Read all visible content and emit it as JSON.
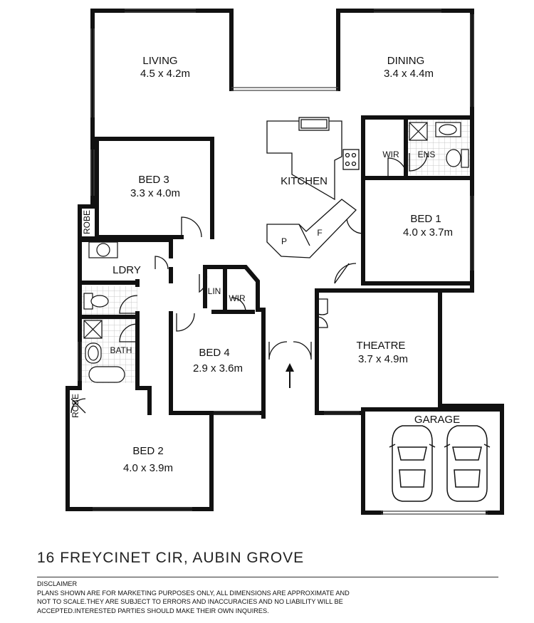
{
  "rooms": {
    "living": {
      "name": "LIVING",
      "size": "4.5 x 4.2m"
    },
    "dining": {
      "name": "DINING",
      "size": "3.4 x 4.4m"
    },
    "kitchen": {
      "name": "KITCHEN"
    },
    "bed3": {
      "name": "BED 3",
      "size": "3.3 x 4.0m"
    },
    "bed1": {
      "name": "BED 1",
      "size": "4.0 x 3.7m"
    },
    "theatre": {
      "name": "THEATRE",
      "size": "3.7 x 4.9m"
    },
    "bed4": {
      "name": "BED 4",
      "size": "2.9 x 3.6m"
    },
    "bed2": {
      "name": "BED 2",
      "size": "4.0 x 3.9m"
    },
    "garage": {
      "name": "GARAGE"
    },
    "ldry": {
      "name": "LDRY"
    },
    "bath": {
      "name": "BATH"
    },
    "ens": {
      "name": "ENS"
    },
    "wir1": {
      "name": "WIR"
    },
    "wir4": {
      "name": "WIR"
    },
    "lin": {
      "name": "LIN"
    },
    "robe3": {
      "name": "ROBE"
    },
    "robe2": {
      "name": "ROBE"
    },
    "pantry": {
      "name": "P"
    },
    "fridge": {
      "name": "F"
    }
  },
  "address": "16 FREYCINET CIR, AUBIN GROVE",
  "disclaimer": {
    "title": "DISCLAIMER",
    "lines": [
      "PLANS SHOWN ARE FOR MARKETING PURPOSES ONLY, ALL DIMENSIONS ARE APPROXIMATE AND",
      "NOT TO  SCALE.THEY ARE SUBJECT TO ERRORS AND INACCURACIES AND NO LIABILITY WILL BE",
      "ACCEPTED.INTERESTED PARTIES SHOULD MAKE THEIR OWN INQUIRES."
    ]
  },
  "colors": {
    "wall": "#111111",
    "tile": "#cfcfcf",
    "line": "#333333"
  }
}
